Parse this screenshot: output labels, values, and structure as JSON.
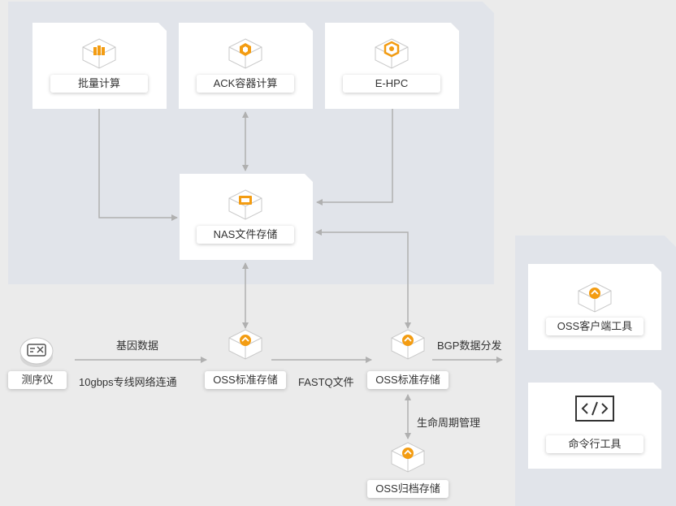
{
  "nodes": {
    "batch": {
      "label": "批量计算",
      "icon": "batch-compute-icon"
    },
    "ack": {
      "label": "ACK容器计算",
      "icon": "container-icon"
    },
    "ehpc": {
      "label": "E-HPC",
      "icon": "hpc-icon"
    },
    "nas": {
      "label": "NAS文件存储",
      "icon": "nas-storage-icon"
    },
    "sequencer": {
      "label": "测序仪",
      "icon": "sequencer-icon"
    },
    "oss1": {
      "label": "OSS标准存储",
      "icon": "oss-icon"
    },
    "oss2": {
      "label": "OSS标准存储",
      "icon": "oss-icon"
    },
    "oss_archive": {
      "label": "OSS归档存储",
      "icon": "oss-icon"
    },
    "oss_client": {
      "label": "OSS客户端工具",
      "icon": "oss-icon"
    },
    "cli": {
      "label": "命令行工具",
      "icon": "code-icon"
    }
  },
  "edges": {
    "gene_data": "基因数据",
    "network": "10gbps专线网络连通",
    "fastq": "FASTQ文件",
    "bgp": "BGP数据分发",
    "lifecycle": "生命周期管理"
  },
  "colors": {
    "accent": "#f39c12",
    "arrow": "#b0b0b0"
  }
}
